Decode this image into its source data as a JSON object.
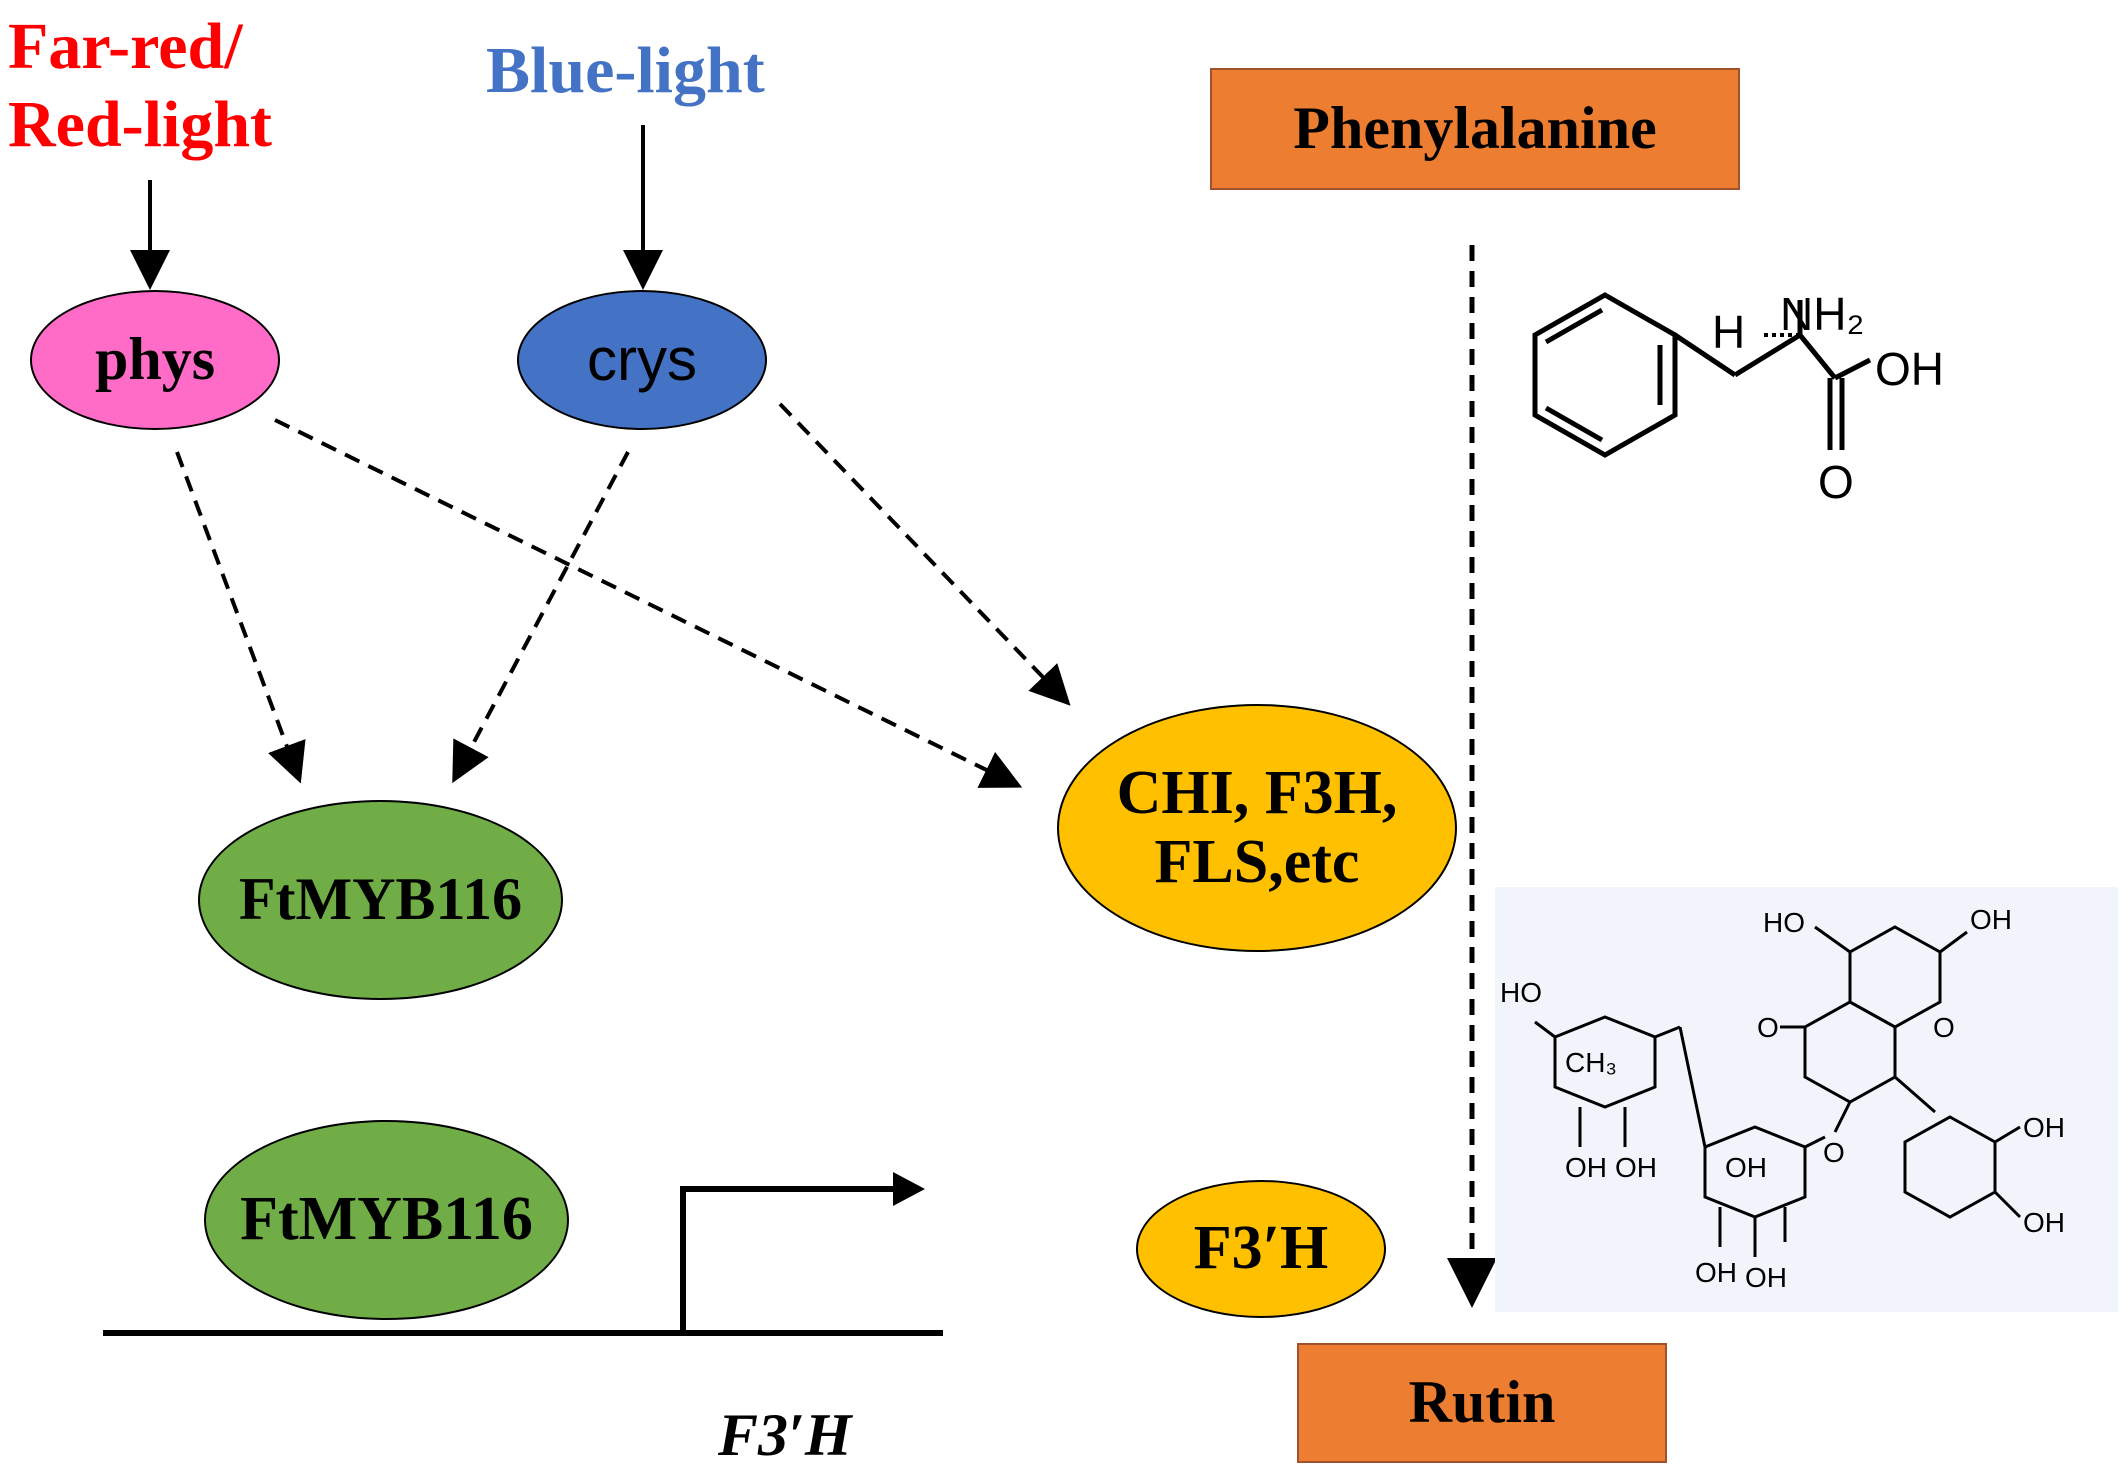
{
  "inputs": {
    "far_red_line1": "Far-red/",
    "far_red_line2": "Red-light",
    "blue_light": "Blue-light"
  },
  "nodes": {
    "phys": "phys",
    "crys": "crys",
    "ftmyb116_top": "FtMYB116",
    "enzymes_line1": "CHI, F3H,",
    "enzymes_line2": "FLS,etc",
    "ftmyb116_bottom": "FtMYB116",
    "f3h_enzyme": "F3′H",
    "phenylalanine": "Phenylalanine",
    "rutin": "Rutin",
    "gene_label": "F3′H"
  },
  "molecules": {
    "phenylalanine": {
      "nh2": "NH₂",
      "h": "H",
      "oh": "OH",
      "o": "O"
    },
    "rutin": {
      "oh": "OH",
      "ho": "HO",
      "o": "O",
      "ch3": "CH₃"
    }
  },
  "colors": {
    "far_red_text": "#ff0000",
    "blue_text": "#4472c4",
    "phys_fill": "#ff6cc8",
    "crys_fill": "#4472c4",
    "myb_fill": "#70ad47",
    "enzyme_fill": "#ffc000",
    "box_fill": "#ed7d31",
    "line": "#000000"
  }
}
